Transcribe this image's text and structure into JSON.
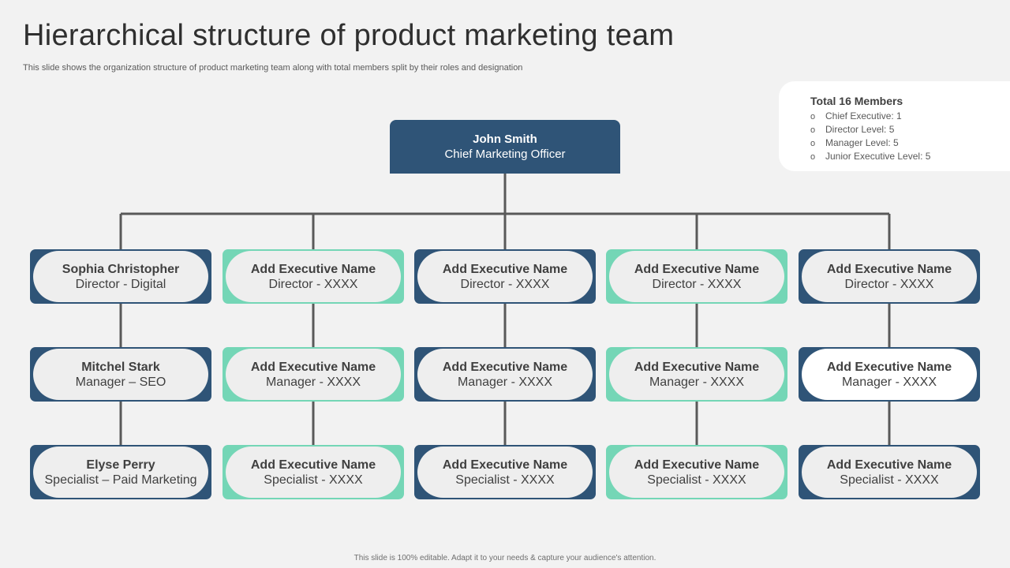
{
  "title": "Hierarchical structure of product marketing team",
  "subtitle": "This slide shows the organization structure of product marketing team along with total members split by their roles and designation",
  "summary": {
    "title": "Total 16 Members",
    "items": [
      "Chief Executive: 1",
      "Director Level: 5",
      "Manager Level: 5",
      "Junior Executive Level: 5"
    ],
    "bullet": "o"
  },
  "ceo": {
    "name": "John Smith",
    "role": "Chief Marketing Officer"
  },
  "columns": [
    {
      "accent": "navy",
      "nodes": [
        {
          "name": "Sophia Christopher",
          "role": "Director - Digital"
        },
        {
          "name": "Mitchel Stark",
          "role": "Manager – SEO"
        },
        {
          "name": "Elyse Perry",
          "role": "Specialist – Paid Marketing"
        }
      ]
    },
    {
      "accent": "teal",
      "nodes": [
        {
          "name": "Add Executive Name",
          "role": "Director - XXXX"
        },
        {
          "name": "Add Executive Name",
          "role": "Manager - XXXX"
        },
        {
          "name": "Add Executive Name",
          "role": "Specialist - XXXX"
        }
      ]
    },
    {
      "accent": "navy",
      "nodes": [
        {
          "name": "Add Executive Name",
          "role": "Director - XXXX"
        },
        {
          "name": "Add Executive Name",
          "role": "Manager - XXXX"
        },
        {
          "name": "Add Executive Name",
          "role": "Specialist - XXXX"
        }
      ]
    },
    {
      "accent": "teal",
      "nodes": [
        {
          "name": "Add Executive Name",
          "role": "Director - XXXX"
        },
        {
          "name": "Add Executive Name",
          "role": "Manager - XXXX"
        },
        {
          "name": "Add Executive Name",
          "role": "Specialist - XXXX"
        }
      ]
    },
    {
      "accent": "navy",
      "nodes": [
        {
          "name": "Add Executive Name",
          "role": "Director - XXXX"
        },
        {
          "name": "Add Executive Name",
          "role": "Manager - XXXX",
          "highlight": true
        },
        {
          "name": "Add Executive Name",
          "role": "Specialist - XXXX"
        }
      ]
    }
  ],
  "colors": {
    "navy": "#2f5477",
    "teal": "#74d6b6",
    "connector": "#595959",
    "background": "#f2f2f2"
  },
  "footer": "This slide is 100% editable.  Adapt it to your needs & capture your audience's attention."
}
